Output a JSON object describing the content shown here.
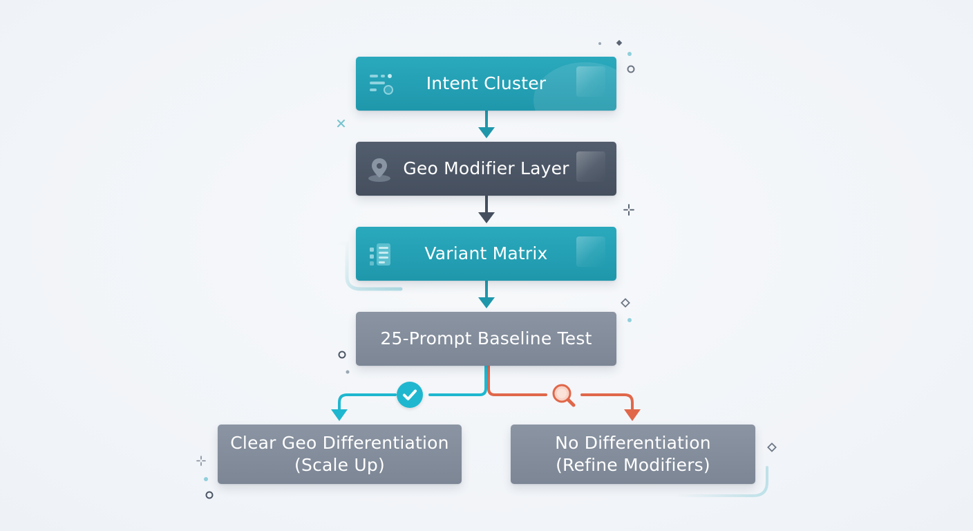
{
  "diagram": {
    "nodes": [
      {
        "id": "intent",
        "label": "Intent Cluster",
        "icon": "filter-sliders-icon",
        "color": "#23a1b5"
      },
      {
        "id": "geo",
        "label": "Geo Modifier Layer",
        "icon": "location-pin-icon",
        "color": "#4b5564"
      },
      {
        "id": "variant",
        "label": "Variant Matrix",
        "icon": "grid-list-icon",
        "color": "#23a1b5"
      },
      {
        "id": "test",
        "label": "25-Prompt Baseline Test",
        "icon": "",
        "color": "#838d9b"
      },
      {
        "id": "yes",
        "label_line1": "Clear Geo Differentiation",
        "label_line2": "(Scale Up)",
        "icon": "",
        "color": "#838d9b"
      },
      {
        "id": "no",
        "label_line1": "No Differentiation",
        "label_line2": "(Refine Modifiers)",
        "icon": "",
        "color": "#838d9b"
      }
    ],
    "edges": [
      {
        "from": "intent",
        "to": "geo",
        "color": "#1f97ab"
      },
      {
        "from": "geo",
        "to": "variant",
        "color": "#454f5e"
      },
      {
        "from": "variant",
        "to": "test",
        "color": "#1f97ab"
      },
      {
        "from": "test",
        "to": "yes",
        "color": "#1fb7cf",
        "badge_icon": "checkmark-icon"
      },
      {
        "from": "test",
        "to": "no",
        "color": "#e0674a",
        "badge_icon": "magnifier-icon"
      }
    ],
    "colors": {
      "teal": "#23a1b5",
      "slate": "#4b5564",
      "gray": "#838d9b",
      "success": "#1fb7cf",
      "warning": "#e0674a",
      "background": "#f3f6f9"
    }
  }
}
